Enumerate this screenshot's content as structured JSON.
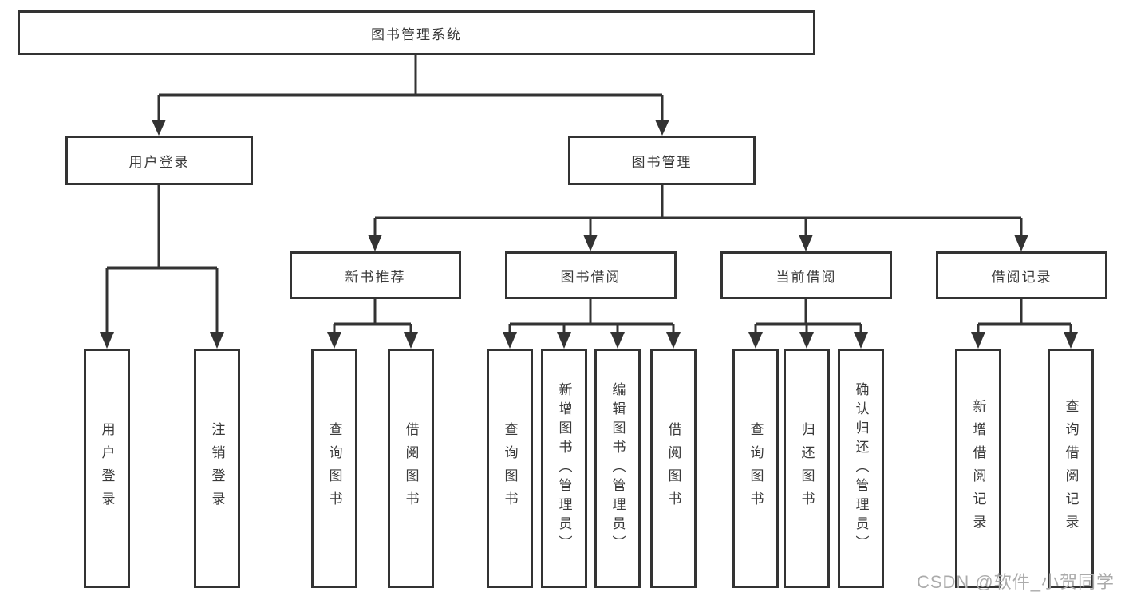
{
  "diagram": {
    "title": "图书管理系统",
    "nodes": {
      "root": {
        "label": "图书管理系统"
      },
      "level2": [
        {
          "label": "用户登录"
        },
        {
          "label": "图书管理"
        }
      ],
      "level3": [
        {
          "label": "新书推荐",
          "parent": "图书管理"
        },
        {
          "label": "图书借阅",
          "parent": "图书管理"
        },
        {
          "label": "当前借阅",
          "parent": "图书管理"
        },
        {
          "label": "借阅记录",
          "parent": "图书管理"
        }
      ],
      "leaves": [
        {
          "label": "用户登录",
          "parent": "用户登录"
        },
        {
          "label": "注销登录",
          "parent": "用户登录"
        },
        {
          "label": "查询图书",
          "parent": "新书推荐"
        },
        {
          "label": "借阅图书",
          "parent": "新书推荐"
        },
        {
          "label": "查询图书",
          "parent": "图书借阅"
        },
        {
          "label": "新增图书（管理员）",
          "parent": "图书借阅"
        },
        {
          "label": "编辑图书（管理员）",
          "parent": "图书借阅"
        },
        {
          "label": "借阅图书",
          "parent": "图书借阅"
        },
        {
          "label": "查询图书",
          "parent": "当前借阅"
        },
        {
          "label": "归还图书",
          "parent": "当前借阅"
        },
        {
          "label": "确认归还（管理员）",
          "parent": "当前借阅"
        },
        {
          "label": "新增借阅记录",
          "parent": "借阅记录"
        },
        {
          "label": "查询借阅记录",
          "parent": "借阅记录"
        }
      ]
    }
  },
  "watermark": "CSDN @软件_小贺同学",
  "colors": {
    "line": "#333333",
    "text": "#3a3a3a",
    "watermark": "#ababab",
    "background": "#ffffff"
  }
}
